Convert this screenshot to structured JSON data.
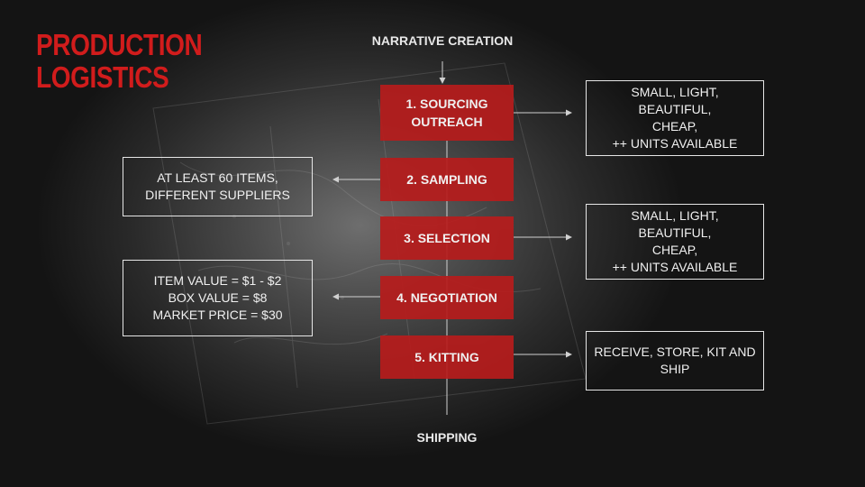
{
  "title": {
    "line1": "PRODUCTION",
    "line2": "LOGISTICS"
  },
  "flow": {
    "start": "NARRATIVE CREATION",
    "end": "SHIPPING",
    "steps": [
      {
        "label_line1": "1. SOURCING",
        "label_line2": "OUTREACH"
      },
      {
        "label_line1": "2. SAMPLING",
        "label_line2": ""
      },
      {
        "label_line1": "3. SELECTION",
        "label_line2": ""
      },
      {
        "label_line1": "4. NEGOTIATION",
        "label_line2": ""
      },
      {
        "label_line1": "5. KITTING",
        "label_line2": ""
      }
    ]
  },
  "notes": {
    "sourcing": [
      "SMALL, LIGHT, BEAUTIFUL,",
      "CHEAP,",
      "++ UNITS AVAILABLE"
    ],
    "sampling": [
      "AT LEAST 60 ITEMS,",
      "DIFFERENT SUPPLIERS"
    ],
    "selection": [
      "SMALL, LIGHT, BEAUTIFUL,",
      "CHEAP,",
      "++ UNITS AVAILABLE"
    ],
    "negotiation": [
      "ITEM VALUE = $1 - $2",
      "BOX VALUE = $8",
      "MARKET PRICE = $30"
    ],
    "kitting": [
      "RECEIVE, STORE, KIT AND",
      "SHIP"
    ]
  },
  "colors": {
    "accent": "#d11c1c",
    "step_fill": "#b71c1c",
    "background": "#1a1a1a"
  }
}
